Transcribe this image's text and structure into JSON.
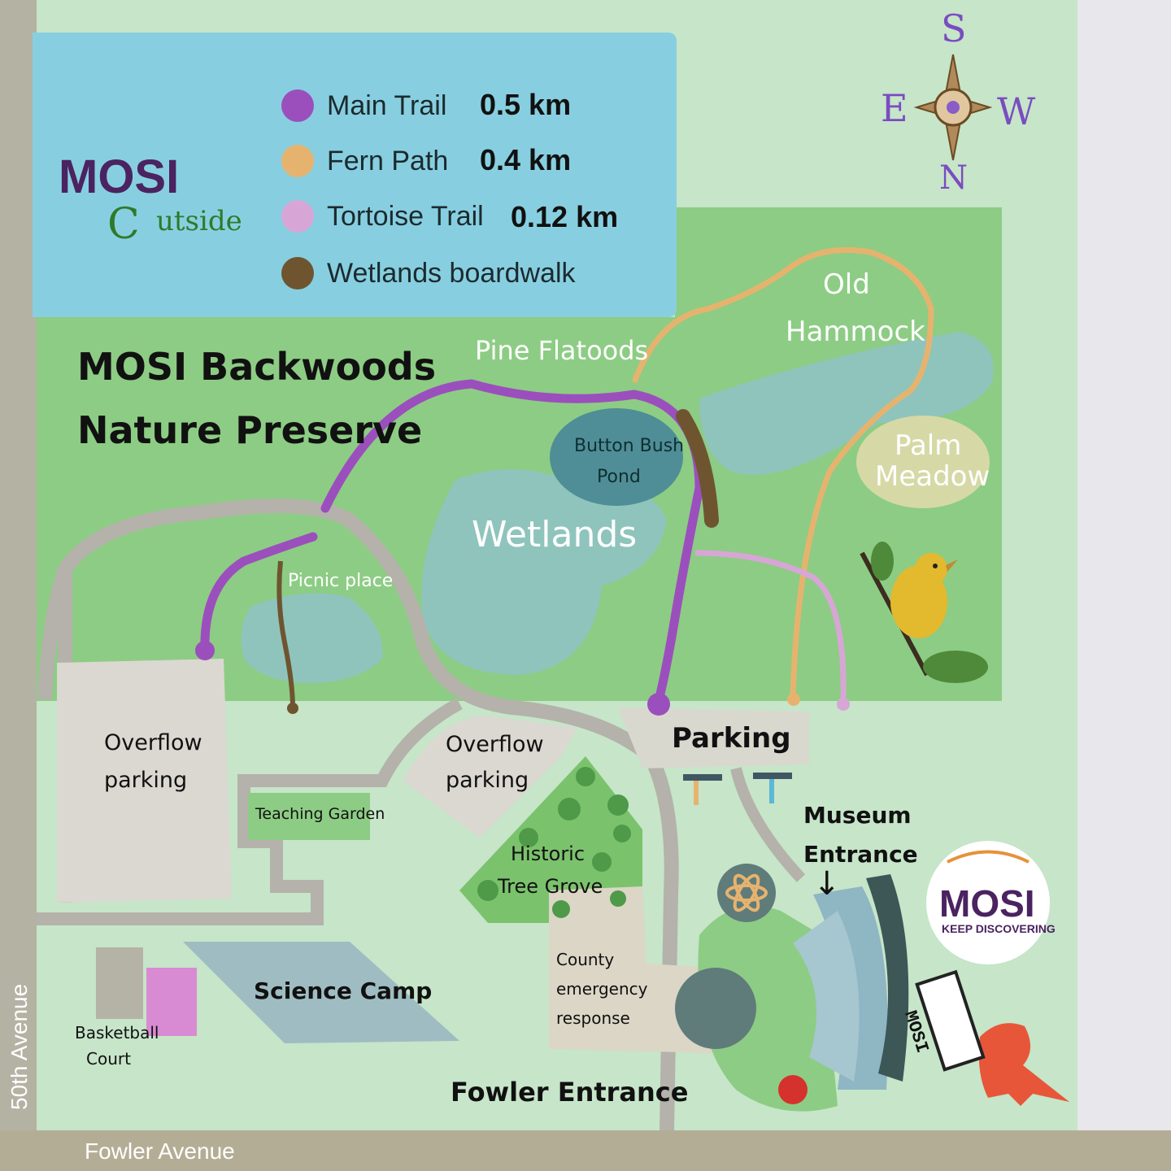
{
  "logo": {
    "top_text": "MOSI",
    "bottom_text": "utside"
  },
  "legend": {
    "items": [
      {
        "name": "Main Trail",
        "distance": "0.5 km",
        "color": "#9b4fbd"
      },
      {
        "name": "Fern Path",
        "distance": "0.4 km",
        "color": "#e6b36e"
      },
      {
        "name": "Tortoise Trail",
        "distance": "0.12 km",
        "color": "#d8a6d6"
      },
      {
        "name": "Wetlands boardwalk",
        "distance": "",
        "color": "#6e5530"
      }
    ]
  },
  "title": {
    "line1": "MOSI Backwoods",
    "line2": "Nature Preserve"
  },
  "compass": {
    "top": "S",
    "left": "E",
    "right": "W",
    "bottom": "N"
  },
  "areas": {
    "pine_flatwoods": "Pine Flatoods",
    "old_hammock_1": "Old",
    "old_hammock_2": "Hammock",
    "palm_meadow_1": "Palm",
    "palm_meadow_2": "Meadow",
    "button_bush_1": "Button Bush",
    "button_bush_2": "Pond",
    "wetlands": "Wetlands",
    "picnic": "Picnic place",
    "parking": "Parking",
    "overflow_left_1": "Overflow",
    "overflow_left_2": "parking",
    "overflow_mid_1": "Overflow",
    "overflow_mid_2": "parking",
    "teaching_garden": "Teaching Garden",
    "historic_1": "Historic",
    "historic_2": "Tree Grove",
    "museum_1": "Museum",
    "museum_2": "Entrance",
    "county_1": "County",
    "county_2": "emergency",
    "county_3": "response",
    "science_camp": "Science Camp",
    "basketball_1": "Basketball",
    "basketball_2": "Court",
    "fowler_entrance": "Fowler Entrance"
  },
  "mosi_badge": {
    "name": "MOSI",
    "tagline": "KEEP DISCOVERING"
  },
  "sign_text": "MOSI",
  "roads": {
    "bottom": "Fowler Avenue",
    "left": "50th Avenue"
  },
  "colors": {
    "preserve_green": "#8fcf86",
    "legend_blue": "#86cfe0",
    "wetland_water": "#8fc4bd",
    "road_gray": "#b8b6ad",
    "lot_gray": "#d8d6cf"
  }
}
